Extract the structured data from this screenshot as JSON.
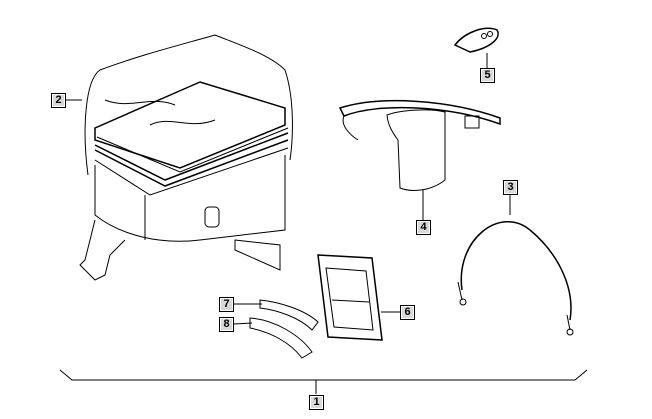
{
  "diagram": {
    "parts": [
      {
        "number": "1",
        "name": "tank-bag-set"
      },
      {
        "number": "2",
        "name": "tank-bag-with-rain-cover"
      },
      {
        "number": "3",
        "name": "security-cable"
      },
      {
        "number": "4",
        "name": "belt-pouch"
      },
      {
        "number": "5",
        "name": "key-fob"
      },
      {
        "number": "6",
        "name": "document-holder"
      },
      {
        "number": "7",
        "name": "strap-7"
      },
      {
        "number": "8",
        "name": "strap-8"
      }
    ]
  }
}
